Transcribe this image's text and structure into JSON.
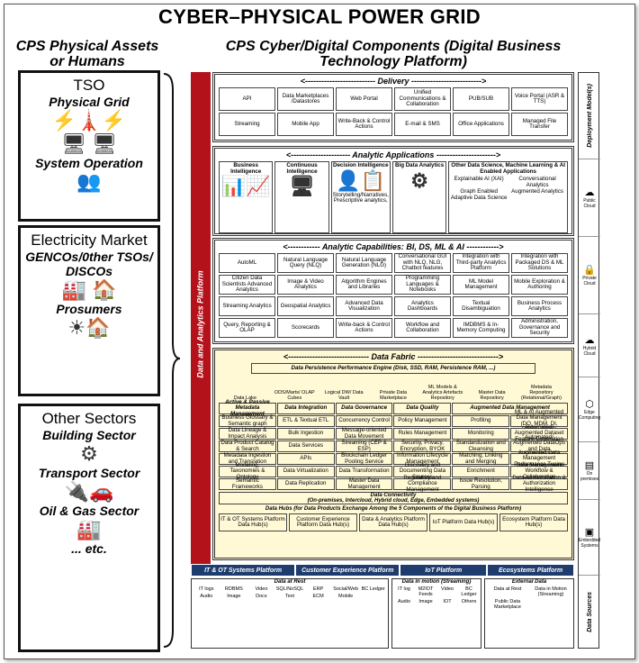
{
  "title": "CYBER–PHYSICAL POWER GRID",
  "left_header": "CPS Physical Assets or Humans",
  "right_header": "CPS Cyber/Digital Components (Digital Business Technology Platform)",
  "tso": {
    "title": "TSO",
    "sub1": "Physical Grid",
    "sub2": "System Operation"
  },
  "electricity": {
    "title": "Electricity Market",
    "sub1": "GENCOs/0ther TSOs/ DISCOs",
    "sub2": "Prosumers"
  },
  "other": {
    "title": "Other Sectors",
    "sub1": "Building Sector",
    "sub2": "Transport Sector",
    "sub3": "Oil & Gas Sector",
    "sub4": "... etc."
  },
  "red_bar": "Data and Analytics Platform",
  "delivery": {
    "title": "Delivery",
    "cells": [
      "API",
      "Data Marketplaces /Datastores",
      "Web Portal",
      "Unified Communications & Collaboration",
      "PUB/SUB",
      "Voice Portal (ASR & TTS)",
      "Streaming",
      "Mobile App",
      "Write-Back & Control Actions",
      "E-mail & SMS",
      "Office Applications",
      "Managed File Transfer"
    ]
  },
  "analytic_apps": {
    "title": "Analytic Applications",
    "cells": [
      "Business Intelligence",
      "Continuous Intelligence",
      "Decision Intelligence",
      "Big Data Analytics",
      "Other Data Science, Machine Learning & AI Enabled Applications"
    ],
    "notes": [
      "Storytelling/Narratives, Prescriptive analytics,",
      "Explainable AI (XAI)",
      "Conversational Analytics",
      "Graph Enabled Adaptive Data Science",
      "Augmented Analytics"
    ]
  },
  "capabilities": {
    "title": "Analytic Capabilities: BI, DS, ML & AI",
    "cells": [
      "AutoML",
      "Natural Language Query (NLQ)",
      "Natural Language Generation (NLG)",
      "Conversational GUI with NLQ, NLG, Chatbot features",
      "Integration with Third-party Analytics Platform",
      "Integration with Packaged DS & ML Solutions",
      "Citizen Data Scientists Advanced Analytics",
      "Image & Video Analytics",
      "Algorithm Engines and Libraries",
      "Programming Languages & Notebooks",
      "ML Model Management",
      "Mobile Exploration & Authoring",
      "Streaming Analytics",
      "Geospatial Analytics",
      "Advanced Data Visualization",
      "Analytics Dashboards",
      "Textual Disambiguation",
      "Business Process Analytics",
      "Query, Reporting & OLAP",
      "Scorecards",
      "Write-back & Control Actions",
      "Workflow and Collaboration",
      "IMDBMS & In-Memory Computing",
      "Administration, Governance and Security"
    ]
  },
  "fabric": {
    "title": "Data Fabric",
    "engine": "Data Persistence Performance Engine (Disk, SSD, RAM, Persistence RAM, ...)",
    "stores": [
      "Data Lake",
      "ODS/Marts/ OLAP Cubes",
      "Logical DW/ Data Vault",
      "Private Data Marketplace",
      "ML Models & Analytics Artefacts Repository",
      "Master Data Repository",
      "Metadata Repository (Relational/Graph)"
    ],
    "headers": [
      "Active & Passive Metadata Management",
      "Data Integration",
      "Data Governance",
      "Data Quality",
      "Augmented Data Management"
    ],
    "rows": [
      [
        "Business Glossary & Semantic graph",
        "ETL & Textual ETL",
        "Concurrency Control",
        "Policy Management",
        "Profiling",
        "ML & AI Augmented Data Management (DQ, MDM, DI, DBMS, DMM)"
      ],
      [
        "Data Lineage & Impact Analysis",
        "Bulk Ingestion",
        "Message-oriented Data Movement",
        "Rules Management",
        "Monitoring",
        "Automated/ Augmented Dataset Feature Generation"
      ],
      [
        "Data Product Catalog & Search",
        "Data Services",
        "Streaming (CEP & ESP)",
        "Security, Privacy, Encryption, BYOK",
        "Standardization and Cleansing",
        "Automated/ Augmented DataOps and Data Engineering"
      ],
      [
        "Metadata Ingestion and Translation",
        "APIs",
        "Blockchain Ledger Pooling Service",
        "Information Lifecycle Management",
        "Matching, Linking and Merging",
        "Augmented Data Management Performance Tuning"
      ],
      [
        "Modeling, Taxonomies & Ontology",
        "Data Virtualization",
        "Data Transformation",
        "Discovery and Documenting Data Sources",
        "Enrichment",
        "Data Management Workflow & Collaboration"
      ],
      [
        "Semantic Frameworks",
        "Data Replication",
        "Master Data Management",
        "Regulatory and Compliance Management",
        "Issue Resolution, Parsing",
        "Data Administration & Authorization Intelligence"
      ]
    ],
    "connectivity": "Data Connectivity",
    "connectivity_sub": "(On-premises, Intercloud, Hybrid cloud, Edge, Embedded systems)",
    "hubs_title": "Data Hubs (for Data Products Exchange Among the 5 Components of the Digital Business Platform)",
    "hubs": [
      "IT & OT Systems Platform Data Hub(s)",
      "Customer Experience Platform Data Hub(s)",
      "Data & Analytics Platform Data Hub(s)",
      "IoT Platform Data Hub(s)",
      "Ecosystem Platform Data Hub(s)"
    ]
  },
  "platforms": [
    "IT & OT Systems Platform",
    "Customer Experience Platform",
    "IoT Platform",
    "Ecosystems Platform"
  ],
  "sources": {
    "rest": "Data at Rest",
    "motion": "Data in motion (Streaming)",
    "external": "External Data",
    "rest_items": [
      "IT logs",
      "RDBMS",
      "Video",
      "SQL/NoSQL",
      "ERP",
      "Social/Web",
      "BC Ledger",
      "Audio",
      "Image",
      "Docs",
      "Text",
      "ECM",
      "Mobile"
    ],
    "motion_items": [
      "IT log",
      "M2IOT Feeds",
      "Video",
      "BC Ledger",
      "Audio",
      "Image",
      "IOT",
      "Others"
    ],
    "external_items": [
      "Data at Rest",
      "Data in Motion (Streaming)",
      "Public Data Marketplace"
    ]
  },
  "right_side": {
    "deployment": "Deployment Model(s)",
    "public": "Public Cloud",
    "private": "Private Cloud",
    "hybrid": "Hybrid Cloud",
    "edge": "Edge Computing",
    "onprem": "On premises",
    "embedded": "Embedded Systems",
    "sources": "Data Sources"
  }
}
